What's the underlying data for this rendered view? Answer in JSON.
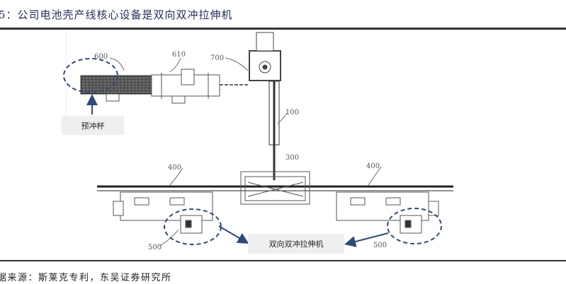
{
  "header": {
    "title": "5：公司电池壳产线核心设备是双向双冲拉伸机"
  },
  "diagram": {
    "part_labels": {
      "p600": "600",
      "p610": "610",
      "p700": "700",
      "p100": "100",
      "p300": "300",
      "p400_left": "400",
      "p400_right": "400",
      "p500_left": "500",
      "p500_right": "500"
    },
    "callouts": {
      "precup": "预冲杯",
      "double_press": "双向双冲拉伸机"
    },
    "colors": {
      "callout": "#2c4a7a",
      "machine": "#444444",
      "callout_box": "#efefef"
    }
  },
  "footer": {
    "source": "据来源：斯莱克专利，东吴证券研究所"
  }
}
